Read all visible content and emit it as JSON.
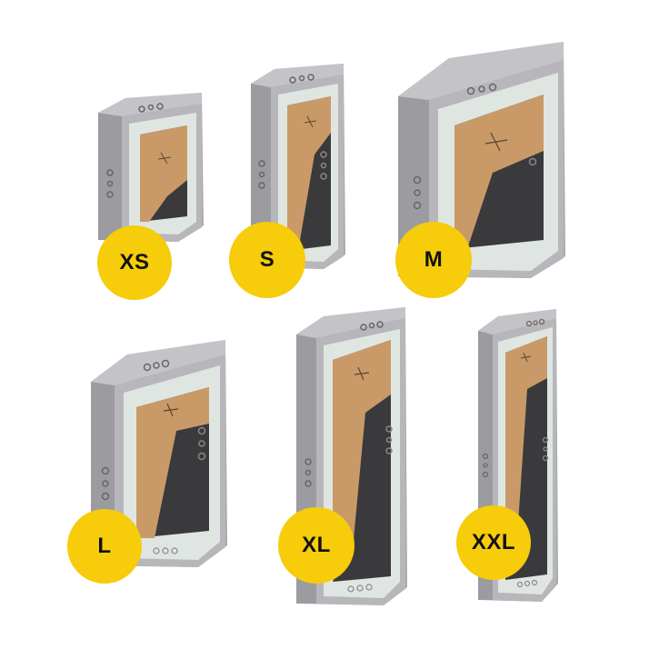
{
  "colors": {
    "badge": "#f6cc0b",
    "badge_text": "#111111",
    "frame_gray": "#a9a9ae",
    "frame_light": "#c4c4c8",
    "insulation": "#dfe6e1",
    "cardboard": "#c99a68",
    "cavity": "#2f2f31",
    "background": "#ffffff"
  },
  "sizes": [
    {
      "label": "XS"
    },
    {
      "label": "S"
    },
    {
      "label": "M"
    },
    {
      "label": "L"
    },
    {
      "label": "XL"
    },
    {
      "label": "XXL"
    }
  ]
}
